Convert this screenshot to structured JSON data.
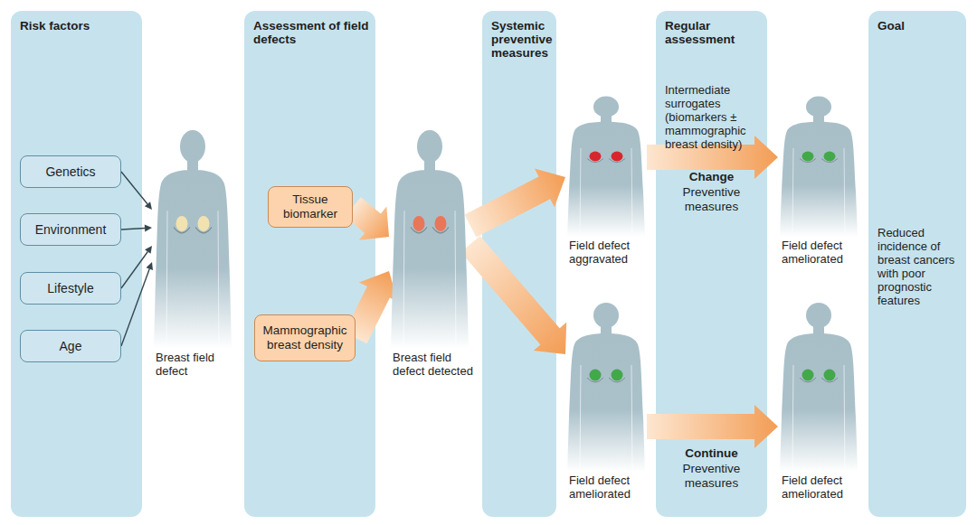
{
  "diagram": {
    "nodes": [
      {
        "text": [
          "Risk factors"
        ]
      },
      {
        "text": [
          "Genetics"
        ],
        "in": 0
      },
      {
        "text": [
          "Environment"
        ],
        "in": 0
      },
      {
        "text": [
          "Lifestyle"
        ],
        "in": 0
      },
      {
        "text": [
          "Age"
        ],
        "in": 0
      },
      {
        "text": [
          "Breast field defect"
        ]
      },
      {
        "text": [
          "Assessment of field defects"
        ]
      },
      {
        "text": [
          "Tissue biomarker"
        ],
        "in": 6
      },
      {
        "text": [
          "Mammographic breast density"
        ],
        "in": 6
      },
      {
        "text": [
          "Breast field defect detected"
        ]
      },
      {
        "text": [
          "Systemic preventive measures"
        ]
      },
      {
        "text": [
          "Field defect aggravated"
        ]
      },
      {
        "text": [
          "Field defect ameliorated"
        ]
      },
      {
        "text": [
          "Regular assessment",
          "Intermediate surrogates (biomarkers ± mammographic breast density)"
        ]
      },
      {
        "text": [
          "Field defect ameliorated"
        ]
      },
      {
        "text": [
          "Field defect ameliorated"
        ]
      },
      {
        "text": [
          "Goal",
          "Reduced incidence of breast cancers with poor prognostic features"
        ]
      }
    ],
    "edges": [
      {
        "from": 1,
        "to": 5,
        "arrow": "to"
      },
      {
        "from": 2,
        "to": 5,
        "arrow": "to"
      },
      {
        "from": 3,
        "to": 5,
        "arrow": "to"
      },
      {
        "from": 4,
        "to": 5,
        "arrow": "to"
      },
      {
        "from": 7,
        "to": 9,
        "arrow": "to"
      },
      {
        "from": 8,
        "to": 9,
        "arrow": "to"
      },
      {
        "from": 9,
        "to": 11,
        "arrow": "to"
      },
      {
        "from": 9,
        "to": 12,
        "arrow": "to"
      },
      {
        "from": 11,
        "to": 14,
        "label": "Change",
        "arrow": "to"
      },
      {
        "from": 12,
        "to": 15,
        "label": "Continue",
        "arrow": "to"
      }
    ],
    "labels": [
      "Preventive measures",
      "Preventive measures"
    ]
  }
}
